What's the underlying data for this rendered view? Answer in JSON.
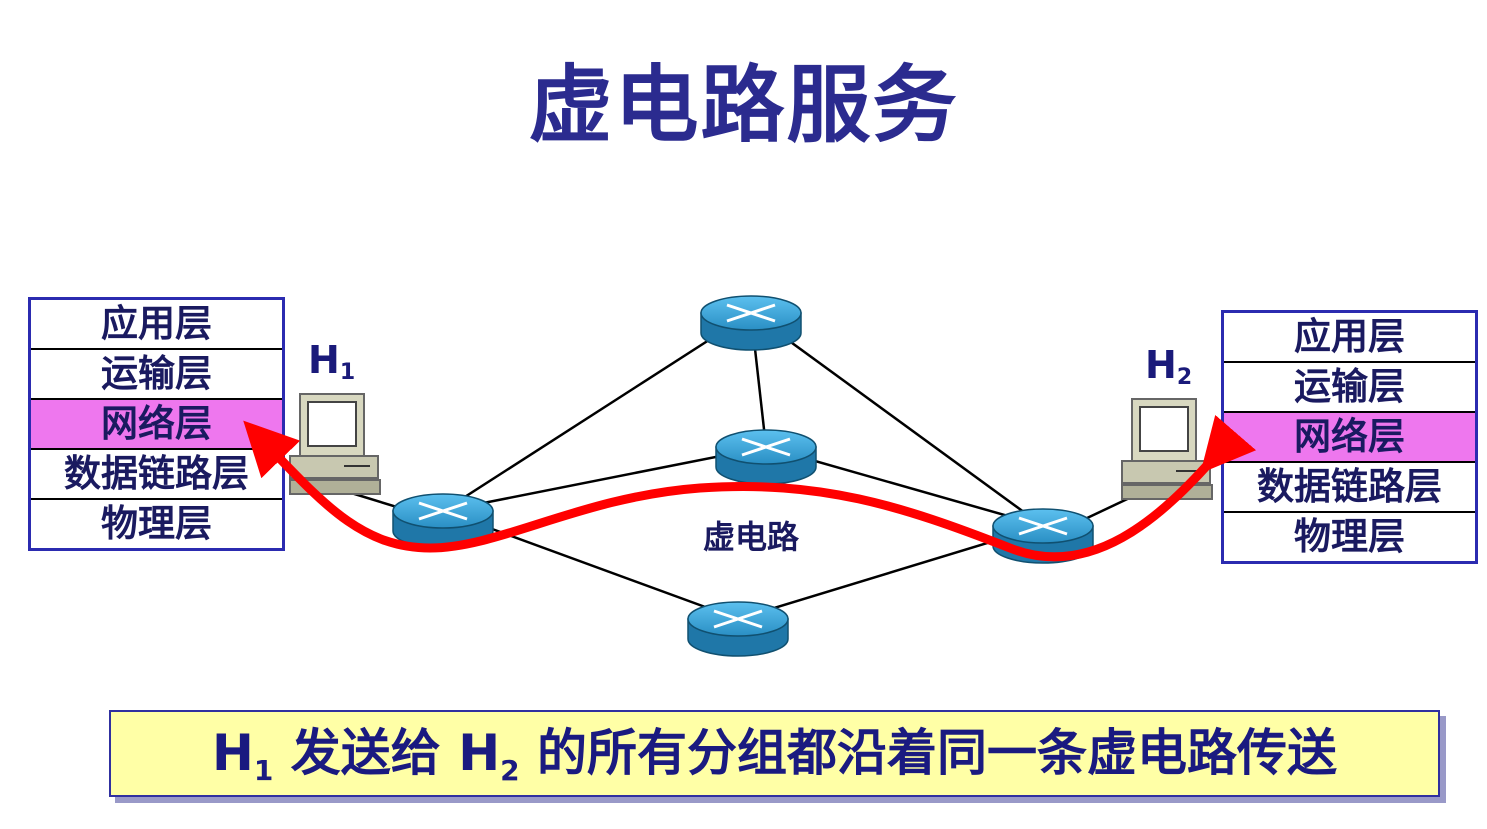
{
  "title": "虚电路服务",
  "left_stack": {
    "layers": [
      "应用层",
      "运输层",
      "网络层",
      "数据链路层",
      "物理层"
    ],
    "highlight_index": 2
  },
  "right_stack": {
    "layers": [
      "应用层",
      "运输层",
      "网络层",
      "数据链路层",
      "物理层"
    ],
    "highlight_index": 2
  },
  "host1": {
    "letter": "H",
    "sub": "1"
  },
  "host2": {
    "letter": "H",
    "sub": "2"
  },
  "virtual_circuit_label": "虚电路",
  "caption": {
    "h1_letter": "H",
    "h1_sub": "1",
    "part1": " 发送给 ",
    "h2_letter": "H",
    "h2_sub": "2",
    "part2": " 的所有分组都沿着同一条虚电路传送"
  },
  "colors": {
    "title": "#2b2b8f",
    "highlight": "#ee77ee",
    "path": "#ff0000",
    "router": "#2a8fc4",
    "caption_bg": "#ffffa6"
  },
  "icons": [
    "router-icon",
    "computer-icon"
  ]
}
